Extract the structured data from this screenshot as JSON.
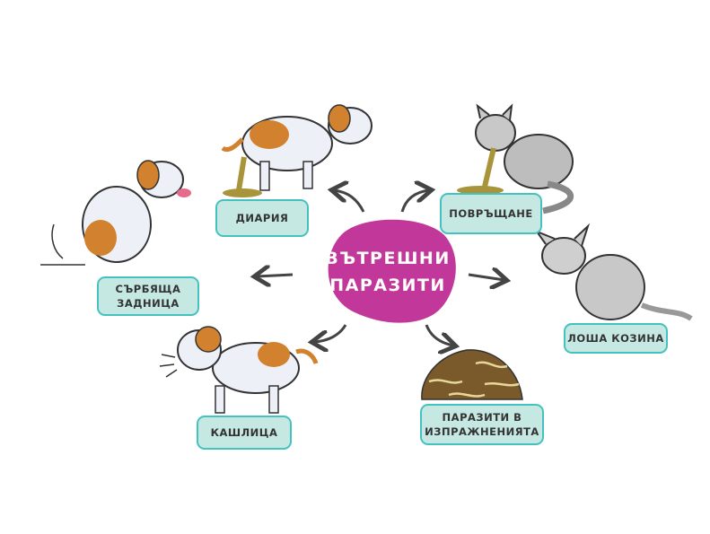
{
  "title": {
    "line1": "ВЪТРЕШНИ",
    "line2": "ПАРАЗИТИ"
  },
  "symptoms": [
    {
      "id": "diarrhea",
      "line1": "ДИАРИЯ"
    },
    {
      "id": "vomiting",
      "line1": "ПОВРЪЩАНЕ"
    },
    {
      "id": "itchy-bottom",
      "line1": "СЪРБЯЩА",
      "line2": "ЗАДНИЦА"
    },
    {
      "id": "bad-coat",
      "line1": "ЛОША КОЗИНА"
    },
    {
      "id": "cough",
      "line1": "КАШЛИЦА"
    },
    {
      "id": "worms-in-stool",
      "line1": "ПАРАЗИТИ В",
      "line2": "ИЗПРАЖНЕНИЯТА"
    }
  ],
  "colors": {
    "center": "#c2389a",
    "label_bg": "#c5e8e3",
    "label_border": "#45c2c0",
    "arrow": "#444444",
    "dog_patch": "#d2822e",
    "cat": "#a9a9a9"
  }
}
